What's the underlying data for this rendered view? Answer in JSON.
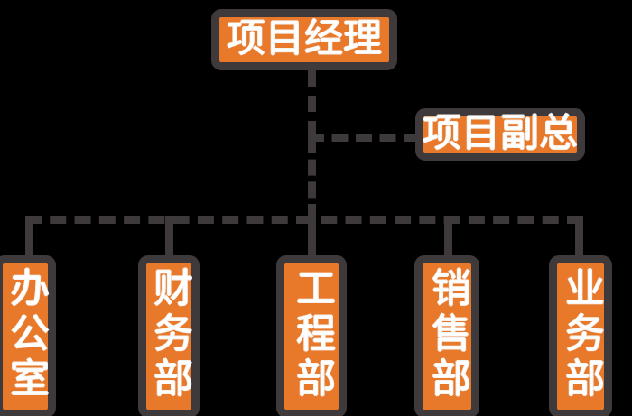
{
  "chart_data": {
    "type": "diagram",
    "subtype": "organization-chart",
    "title": "",
    "background_color": "#000000",
    "node_fill_color": "#e8792b",
    "node_border_color": "#3e3a3b",
    "node_text_color": "#ffffff",
    "connector_color": "#3e3a3b",
    "connector_style": "dashed",
    "nodes": [
      {
        "id": "manager",
        "label": "项目经理",
        "orientation": "horizontal",
        "level": 0
      },
      {
        "id": "vice",
        "label": "项目副总",
        "orientation": "horizontal",
        "level": 1
      },
      {
        "id": "office",
        "label": "办公室",
        "orientation": "vertical",
        "level": 2
      },
      {
        "id": "finance",
        "label": "财务部",
        "orientation": "vertical",
        "level": 2
      },
      {
        "id": "engineering",
        "label": "工程部",
        "orientation": "vertical",
        "level": 2
      },
      {
        "id": "sales",
        "label": "销售部",
        "orientation": "vertical",
        "level": 2
      },
      {
        "id": "business",
        "label": "业务部",
        "orientation": "vertical",
        "level": 2
      }
    ],
    "edges": [
      {
        "from": "manager",
        "to": "vice"
      },
      {
        "from": "manager",
        "to": "office"
      },
      {
        "from": "manager",
        "to": "finance"
      },
      {
        "from": "manager",
        "to": "engineering"
      },
      {
        "from": "manager",
        "to": "sales"
      },
      {
        "from": "manager",
        "to": "business"
      }
    ]
  },
  "nodes": {
    "manager": {
      "label": "项目经理"
    },
    "vice": {
      "label": "项目副总"
    },
    "office": {
      "label": "办公室"
    },
    "finance": {
      "label": "财务部"
    },
    "engineering": {
      "label": "工程部"
    },
    "sales": {
      "label": "销售部"
    },
    "business": {
      "label": "业务部"
    }
  }
}
